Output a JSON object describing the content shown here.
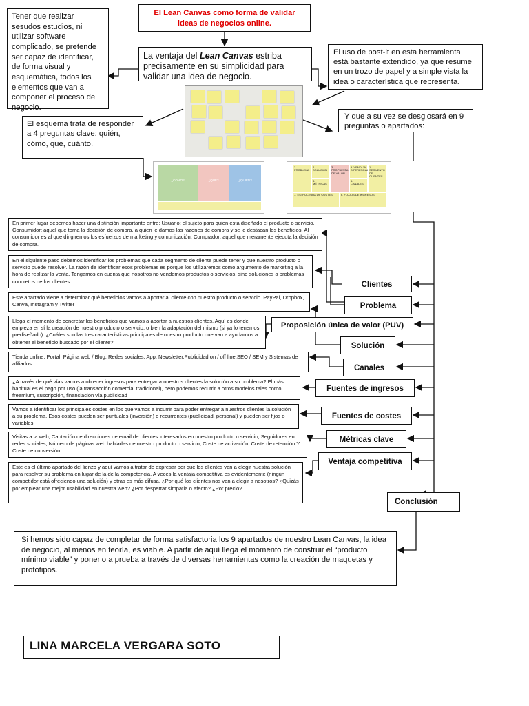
{
  "title": "El Lean Canvas como forma de validar ideas de negocios online.",
  "left_intro": "Tener que realizar sesudos estudios, ni utilizar software complicado, se pretende ser capaz de identificar, de forma visual y esquemática, todos los elementos que van a componer el proceso de negocio.",
  "center_intro": {
    "part1": "La ventaja del ",
    "emph": "Lean Canvas",
    "part2": " estriba precisamente en su simplicidad para validar una idea de negocio."
  },
  "right_intro": "El uso de post-it en esta herramienta está bastante extendido, ya que resume en un trozo de papel y a simple vista la idea o característica que representa.",
  "questions_box": "El esquema trata de responder a 4 preguntas clave: quién, cómo, qué, cuánto.",
  "sections_box": "Y que a su vez se desglosará en 9 preguntas o apartados:",
  "diagram_four": {
    "q1": "¿CÓMO?",
    "q2": "¿QUÉ?",
    "q3": "¿QUIÉN?"
  },
  "canvas_mini": {
    "cells": [
      "2. PROBLEMA",
      "4. SOLUCIÓN",
      "3. PROPUESTA DE VALOR",
      "9. VENTAJA DIFERENCIAL",
      "1. SEGMENTO DE CLIENTES",
      "8. MÉTRICAS",
      "5. CANALES",
      "7. ESTRUCTURA DE COSTES",
      "6. FLUJOS DE INGRESOS"
    ]
  },
  "descriptions": [
    "En primer lugar debemos hacer una distinción importante entre: Usuario: el sujeto para quien está diseñado el producto o servicio. Consumidor: aquel que toma la decisión de compra, a quien le damos las razones de compra y se le destacan los beneficios. Al consumidor es al que dirigiremos los esfuerzos de marketing y comunicación. Comprador: aquel que meramente ejecuta la decisión de compra.",
    "En el siguiente paso debemos identificar los problemas que cada segmento de cliente puede tener y que nuestro producto o servicio puede resolver. La razón de identificar esos problemas es porque los utilizaremos como argumento de marketing a la hora de realizar la venta. Tengamos en cuenta que nosotros no vendemos productos o servicios, sino soluciones a problemas concretos de los clientes.",
    "Este apartado viene a determinar qué beneficios vamos a aportar al cliente con nuestro producto o servicio. PayPal, Dropbox, Canva, Instagram y Twitter",
    "Llega el momento de concretar los beneficios que vamos a aportar a nuestros clientes. Aquí es donde empieza en sí la creación de nuestro producto o servicio, o bien la adaptación del mismo (si ya lo tenemos prediseñado). ¿Cuáles son las tres características principales de nuestro producto que van a ayudarnos a obtener el beneficio buscado por el cliente?",
    "Tienda online, Portal, Página web / Blog, Redes sociales, App, Newsletter,Publicidad on / off line,SEO / SEM y Sistemas de afiliados",
    "¿A través de qué vías vamos a obtener ingresos para entregar a nuestros clientes la solución a su problema? El más habitual es el pago por uso (la transacción comercial tradicional), pero podemos recurrir a otros modelos tales como: freemium, suscripción, financiación vía publicidad",
    "Vamos a identificar los principales costes en los que vamos a incurrir para poder entregar a nuestros clientes la solución a su problema. Esos costes pueden ser puntuales (inversión) o recurrentes (publicidad, personal) y pueden ser fijos o variables",
    "Visitas a la web, Captación de direcciones de email de clientes interesados en nuestro producto o servicio, Seguidores en redes sociales, Número de páginas web habladas de nuestro producto o servicio, Coste de activación, Coste de retención Y Coste de conversión",
    "Este es el último apartado del lienzo y aquí vamos a tratar de expresar por qué los clientes van a elegir nuestra solución para resolver su problema en lugar de la de la competencia. A veces la ventaja competitiva es evidentemente (ningún competidor está ofreciendo una solución) y otras es más difusa. ¿Por qué los clientes nos van a elegir a nosotros? ¿Quizás por emplear una mejor usabilidad en nuestra web? ¿Por despertar simpatía o afecto? ¿Por precio?"
  ],
  "labels": [
    "Clientes",
    "Problema",
    "Proposición única de valor (PUV)",
    "Solución",
    "Canales",
    "Fuentes de ingresos",
    "Fuentes de costes",
    "Métricas clave",
    "Ventaja competitiva"
  ],
  "conclusion_label": "Conclusión",
  "conclusion_text": "Si hemos sido capaz de completar de forma satisfactoria los 9 apartados de nuestro Lean Canvas, la idea de negocio, al menos en teoría, es viable. A partir de aquí llega el momento de construir el “producto mínimo viable” y ponerlo a prueba a través de diversas herramientas como la creación de maquetas y prototipos.",
  "author": "LINA MARCELA VERGARA SOTO",
  "colors": {
    "title_red": "#e00000",
    "postit_yellow": "#f4ee8a",
    "canvas_green": "#b9d8a4",
    "canvas_pink": "#f2c6c0",
    "canvas_blue": "#9ec3e6",
    "canvas_lightyellow": "#f2efa3"
  }
}
